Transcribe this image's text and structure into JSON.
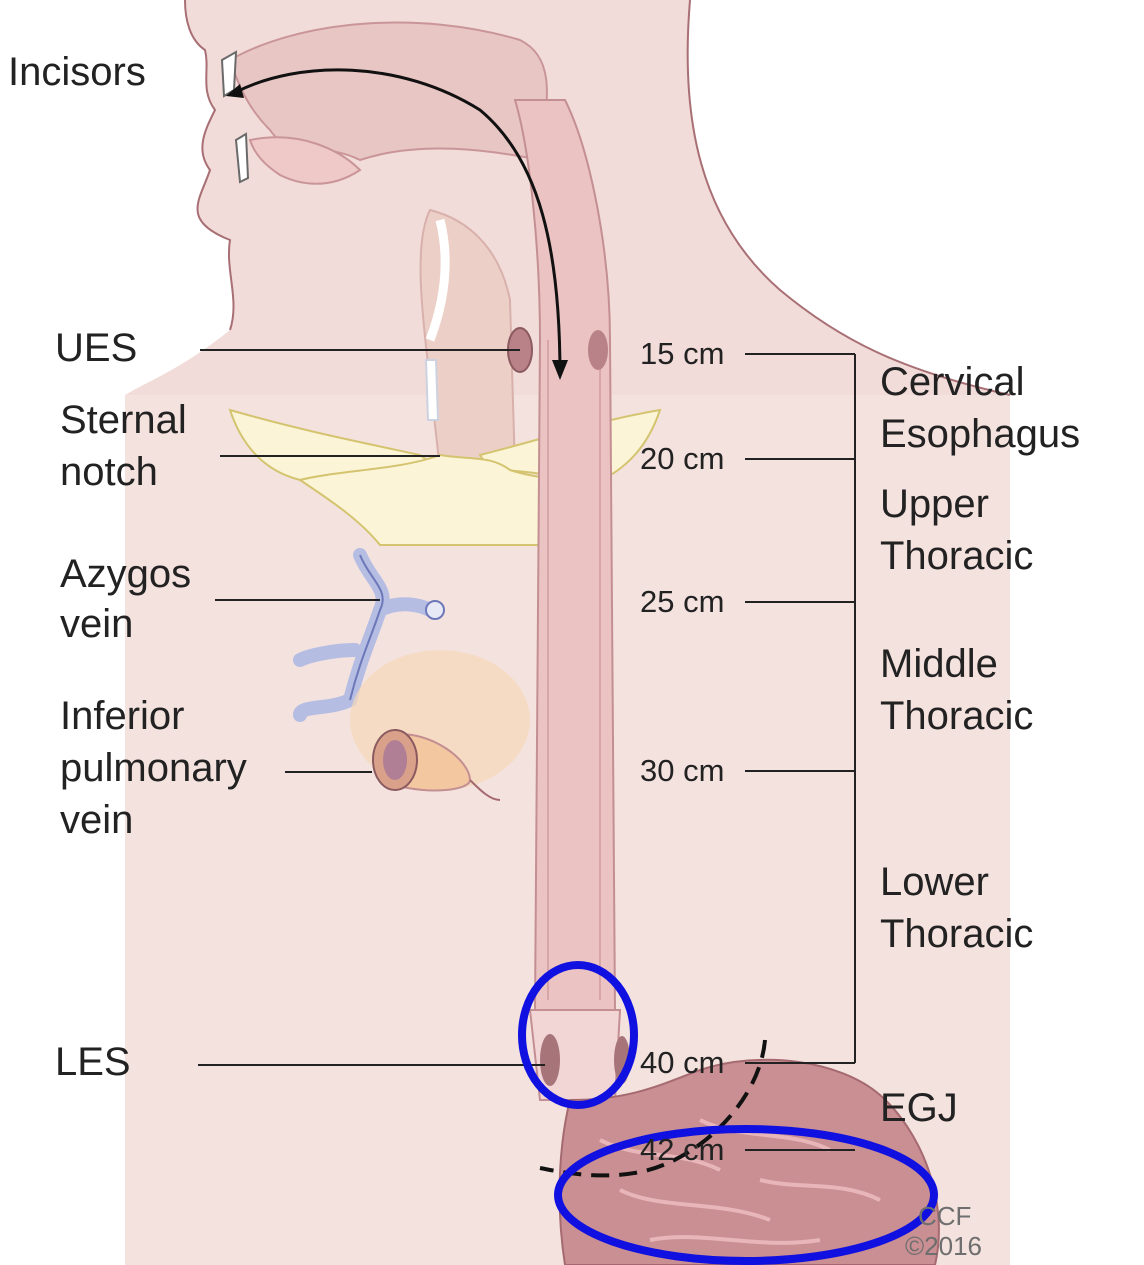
{
  "structure_labels": {
    "incisors": "Incisors",
    "ues": "UES",
    "sternal_notch_line1": "Sternal",
    "sternal_notch_line2": "notch",
    "azygos_line1": "Azygos",
    "azygos_line2": "vein",
    "inferior_pulmonary_line1": "Inferior",
    "inferior_pulmonary_line2": "pulmonary",
    "inferior_pulmonary_line3": "vein",
    "les": "LES"
  },
  "distance_marks": [
    "15 cm",
    "20 cm",
    "25 cm",
    "30 cm",
    "40 cm",
    "42 cm"
  ],
  "segments": {
    "cervical_line1": "Cervical",
    "cervical_line2": "Esophagus",
    "upper_line1": "Upper",
    "upper_line2": "Thoracic",
    "middle_line1": "Middle",
    "middle_line2": "Thoracic",
    "lower_line1": "Lower",
    "lower_line2": "Thoracic",
    "egj": "EGJ"
  },
  "credit": {
    "line1": "CCF",
    "line2": "©2016"
  },
  "colors": {
    "tissue": "#f2dcd9",
    "tissue_dark": "#e3bcb9",
    "esophagus": "#ebc3c2",
    "stomach": "#c98f93",
    "bone": "#fbf4d6",
    "vein": "#b5bde3",
    "highlight_circle": "#1010e0",
    "leader_line": "#222222"
  }
}
